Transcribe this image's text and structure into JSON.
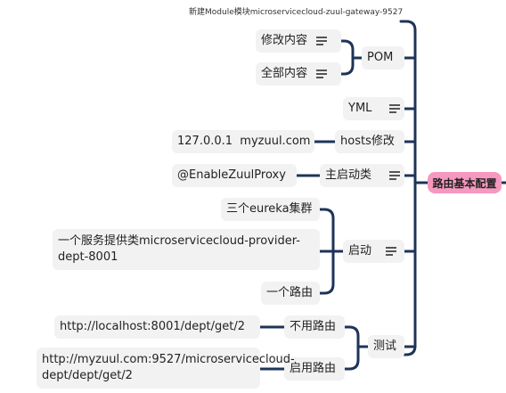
{
  "caption": "新建Module模块microservicecloud-zuul-gateway-9527",
  "root": {
    "label": "路由基本配置"
  },
  "colors": {
    "edge": "#1f3358",
    "root_fill": "#f599c0",
    "node_fill": "#f2f2f2"
  },
  "icons": {
    "note": "notes-icon"
  },
  "nodes": {
    "pom": "POM",
    "pom_modify": "修改内容",
    "pom_all": "全部内容",
    "yml": "YML",
    "hosts": "hosts修改",
    "hosts_value": "127.0.0.1  myzuul.com",
    "main_class": "主启动类",
    "annotation": "@EnableZuulProxy",
    "start": "启动",
    "eureka": "三个eureka集群",
    "provider": "一个服务提供类microservicecloud-provider-dept-8001",
    "route": "一个路由",
    "test": "测试",
    "no_route": "不用路由",
    "no_route_url": "http://localhost:8001/dept/get/2",
    "use_route": "启用路由",
    "use_route_url": "http://myzuul.com:9527/microservicecloud-dept/dept/get/2"
  }
}
